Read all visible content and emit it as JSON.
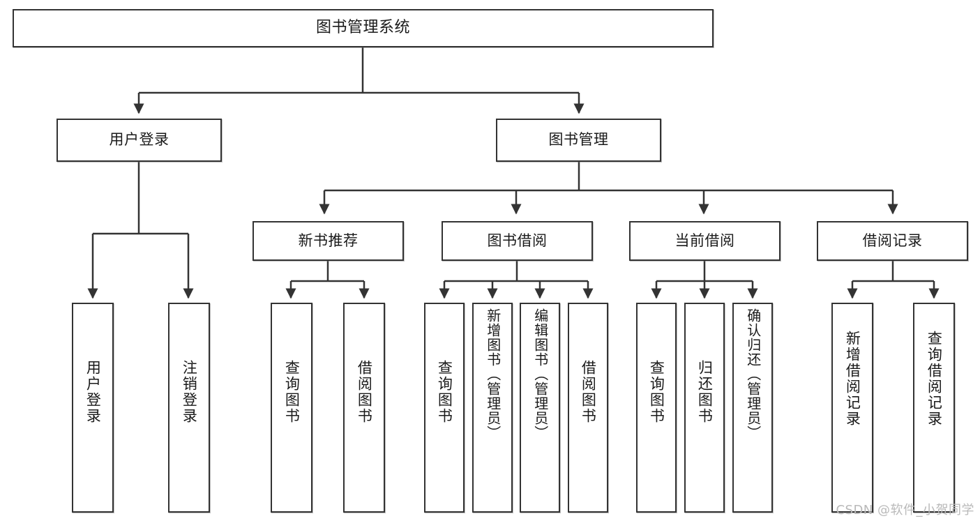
{
  "diagram": {
    "title": "图书管理系统",
    "type": "tree-hierarchy-diagram",
    "watermark": "CSDN @软件_小贺同学",
    "colors": {
      "box_border": "#333333",
      "box_fill": "#ffffff",
      "line": "#333333",
      "text": "#1a1a1a",
      "watermark": "#b9b9b9",
      "background": "#ffffff"
    },
    "root": {
      "id": "root",
      "label": "图书管理系统"
    },
    "level2": [
      {
        "id": "user-login",
        "label": "用户登录"
      },
      {
        "id": "book-manage",
        "label": "图书管理"
      }
    ],
    "level3": [
      {
        "id": "new-book-rec",
        "label": "新书推荐",
        "parent": "book-manage"
      },
      {
        "id": "book-borrow",
        "label": "图书借阅",
        "parent": "book-manage"
      },
      {
        "id": "current-borrow",
        "label": "当前借阅",
        "parent": "book-manage"
      },
      {
        "id": "borrow-record",
        "label": "借阅记录",
        "parent": "book-manage"
      }
    ],
    "leaves": [
      {
        "id": "leaf-user-login",
        "label": "用户登录",
        "parent": "user-login"
      },
      {
        "id": "leaf-logout",
        "label": "注销登录",
        "parent": "user-login"
      },
      {
        "id": "leaf-query-book-1",
        "label": "查询图书",
        "parent": "new-book-rec"
      },
      {
        "id": "leaf-borrow-book-1",
        "label": "借阅图书",
        "parent": "new-book-rec"
      },
      {
        "id": "leaf-query-book-2",
        "label": "查询图书",
        "parent": "book-borrow"
      },
      {
        "id": "leaf-add-book",
        "label": "新增图书（管理员）",
        "parent": "book-borrow"
      },
      {
        "id": "leaf-edit-book",
        "label": "编辑图书（管理员）",
        "parent": "book-borrow"
      },
      {
        "id": "leaf-borrow-book-2",
        "label": "借阅图书",
        "parent": "book-borrow"
      },
      {
        "id": "leaf-query-book-3",
        "label": "查询图书",
        "parent": "current-borrow"
      },
      {
        "id": "leaf-return-book",
        "label": "归还图书",
        "parent": "current-borrow"
      },
      {
        "id": "leaf-confirm-return",
        "label": "确认归还（管理员）",
        "parent": "current-borrow"
      },
      {
        "id": "leaf-add-record",
        "label": "新增借阅记录",
        "parent": "borrow-record"
      },
      {
        "id": "leaf-query-record",
        "label": "查询借阅记录",
        "parent": "borrow-record"
      }
    ]
  }
}
